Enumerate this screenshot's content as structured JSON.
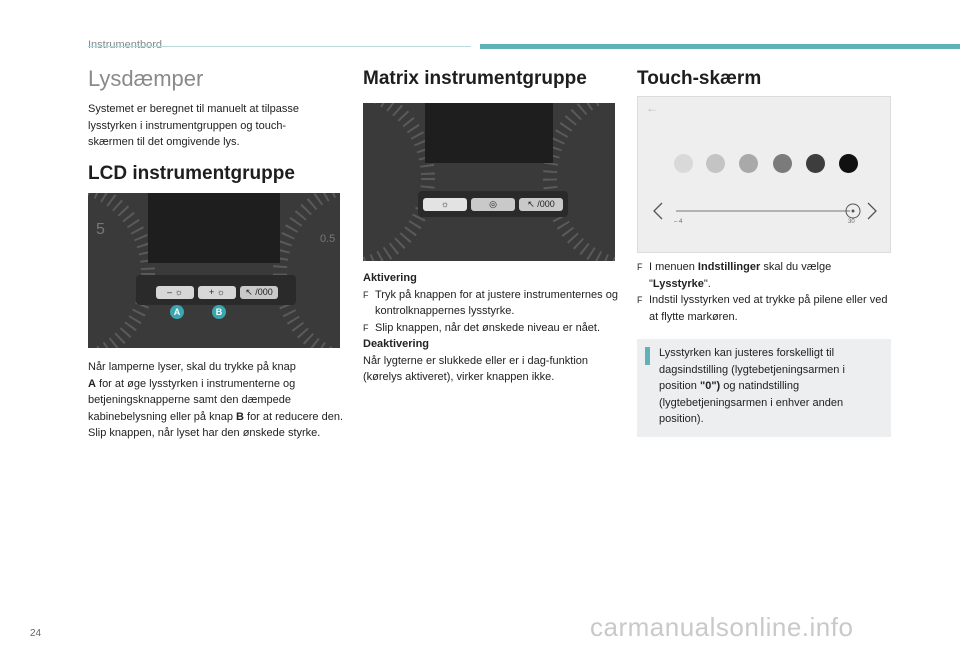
{
  "header": {
    "section": "Instrumentbord"
  },
  "col1": {
    "title": "Lysdæmper",
    "intro": "Systemet er beregnet til manuelt at tilpasse lysstyrken i instrumentgruppen og touch-skærmen til det omgivende lys.",
    "lcd_title": "LCD instrumentgruppe",
    "btn_minus": "– ☼",
    "btn_plus": "+ ☼",
    "btn_trip": "↖ /000",
    "marker_a": "A",
    "marker_b": "B",
    "dial_left": "5",
    "dial_right": "0.5",
    "para1": "Når lamperne lyser, skal du trykke på knap",
    "para2_a": "A",
    "para2_rest": " for at øge lysstyrken i instrumenterne og betjeningsknapperne samt den dæmpede kabinebelysning eller på knap ",
    "para2_b": "B",
    "para2_end": " for at reducere den.",
    "para3": "Slip knappen, når lyset har den ønskede styrke."
  },
  "col2": {
    "title": "Matrix instrumentgruppe",
    "btn_light": "☼",
    "btn_wheel": "◎",
    "btn_trip": "↖ /000",
    "activation_heading": "Aktivering",
    "act1": "Tryk på knappen for at justere instrumenternes og kontrolknappernes lysstyrke.",
    "act2": "Slip knappen, når det ønskede niveau er nået.",
    "deactivation_heading": "Deaktivering",
    "deact": "Når lygterne er slukkede eller er i dag-funktion (kørelys aktiveret), virker knappen ikke."
  },
  "col3": {
    "title": "Touch-skærm",
    "screen_back": "←",
    "slider_min": "– 4",
    "slider_max": "30",
    "swatch_colors": [
      "#d9d9d9",
      "#c4c4c4",
      "#a9a9a9",
      "#7b7b7b",
      "#3d3d3d",
      "#111111"
    ],
    "step1_pre": "I menuen ",
    "step1_bold": "Indstillinger",
    "step1_mid": " skal du vælge \"",
    "step1_bold2": "Lysstyrke",
    "step1_end": "\".",
    "step2": "Indstil lysstyrken ved at trykke på pilene eller ved at flytte markøren.",
    "info_icon": "i",
    "info_pre": "Lysstyrken kan justeres forskelligt til dagsindstilling (lygtebetjeningsarmen i position ",
    "info_bold": "\"0\")",
    "info_end": " og natindstilling (lygtebetjeningsarmen i enhver anden position)."
  },
  "footer": {
    "page_number": "24",
    "watermark": "carmanualsonline.info"
  },
  "colors": {
    "accent": "#5fb3b8",
    "marker": "#3aa7b0"
  },
  "icons": {
    "bullet": "F",
    "bullet_icon_name": "arrow-bullet-icon"
  }
}
